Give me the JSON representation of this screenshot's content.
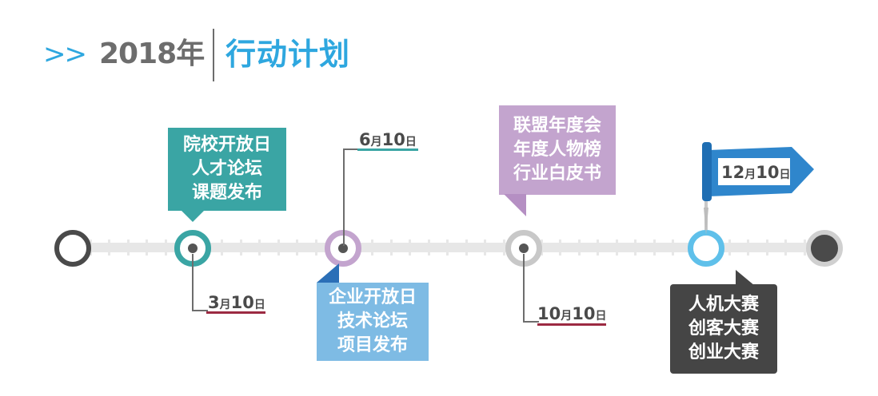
{
  "header": {
    "chevrons": ">>",
    "year": "2018年",
    "title": "行动计划"
  },
  "colors": {
    "blue": "#2ea7df",
    "teal": "#3aa5a4",
    "purple": "#c3a4ce",
    "sky": "#7ebbe4",
    "dark": "#4a4a4a",
    "grey": "#6d6d6d",
    "red_underline": "#9c2a42"
  },
  "events": [
    {
      "date_num": "3",
      "date_mid": "月",
      "date_day": "10",
      "date_end": "日",
      "lines": [
        "院校开放日",
        "人才论坛",
        "课题发布"
      ]
    },
    {
      "date_num": "6",
      "date_mid": "月",
      "date_day": "10",
      "date_end": "日",
      "lines": [
        "企业开放日",
        "技术论坛",
        "项目发布"
      ]
    },
    {
      "date_num": "10",
      "date_mid": "月",
      "date_day": "10",
      "date_end": "日",
      "lines": [
        "联盟年度会",
        "年度人物榜",
        "行业白皮书"
      ]
    },
    {
      "date_num": "12",
      "date_mid": "月",
      "date_day": "10",
      "date_end": "日",
      "lines": [
        "人机大赛",
        "创客大赛",
        "创业大赛"
      ]
    }
  ]
}
